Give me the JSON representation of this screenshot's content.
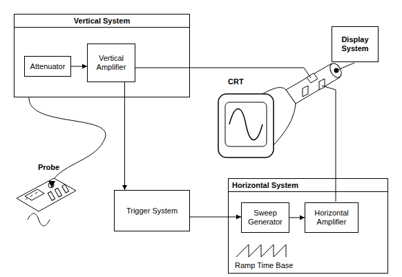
{
  "diagram": {
    "nodes": [
      {
        "text": [
          "Vertical System"
        ]
      },
      {
        "text": [
          "Attenuator"
        ],
        "in": 0
      },
      {
        "text": [
          "Vertical Amplifier"
        ],
        "in": 0
      },
      {
        "text": [
          "Display System"
        ]
      },
      {
        "text": [
          "Trigger System"
        ]
      },
      {
        "text": [
          "Horizontal System"
        ]
      },
      {
        "text": [
          "Sweep Generator"
        ],
        "in": 5
      },
      {
        "text": [
          "Horizontal Amplifier"
        ],
        "in": 5
      }
    ],
    "edges": [
      {
        "from": 1,
        "to": 2,
        "arrow": "to"
      },
      {
        "from": 2,
        "to": 4,
        "arrow": "to"
      },
      {
        "from": 4,
        "to": 6,
        "arrow": "to"
      },
      {
        "from": 6,
        "to": 7,
        "arrow": "to"
      }
    ],
    "labels": [
      "Probe",
      "CRT",
      "Ramp Time Base"
    ]
  }
}
